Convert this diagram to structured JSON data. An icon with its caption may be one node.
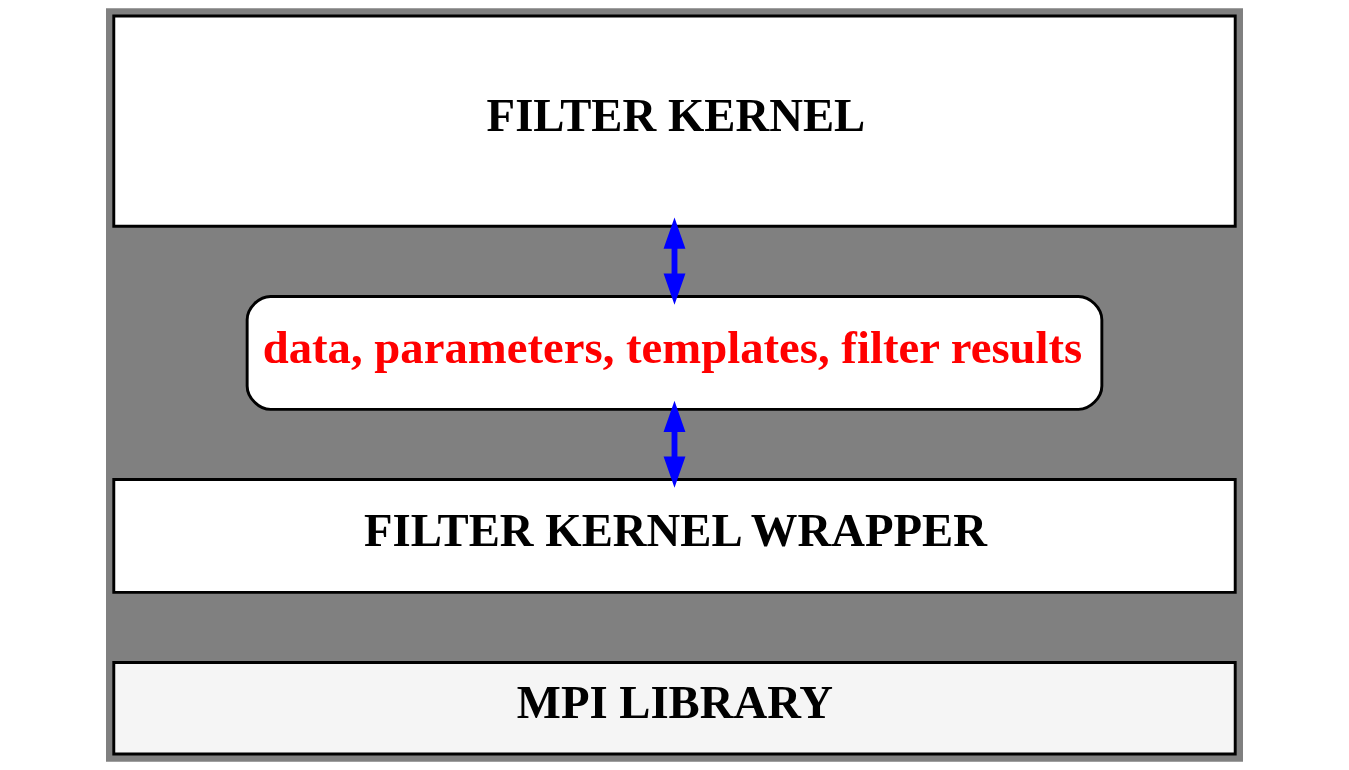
{
  "diagram": {
    "nodes": [
      {
        "text": [
          "FILTER KERNEL"
        ]
      },
      {
        "text": [
          "data, parameters, templates, filter results"
        ]
      },
      {
        "text": [
          "FILTER KERNEL WRAPPER"
        ]
      },
      {
        "text": [
          "MPI LIBRARY"
        ]
      }
    ],
    "edges": [
      {
        "from": 0,
        "to": 1,
        "arrow": "both"
      },
      {
        "from": 1,
        "to": 2,
        "arrow": "both"
      }
    ]
  }
}
